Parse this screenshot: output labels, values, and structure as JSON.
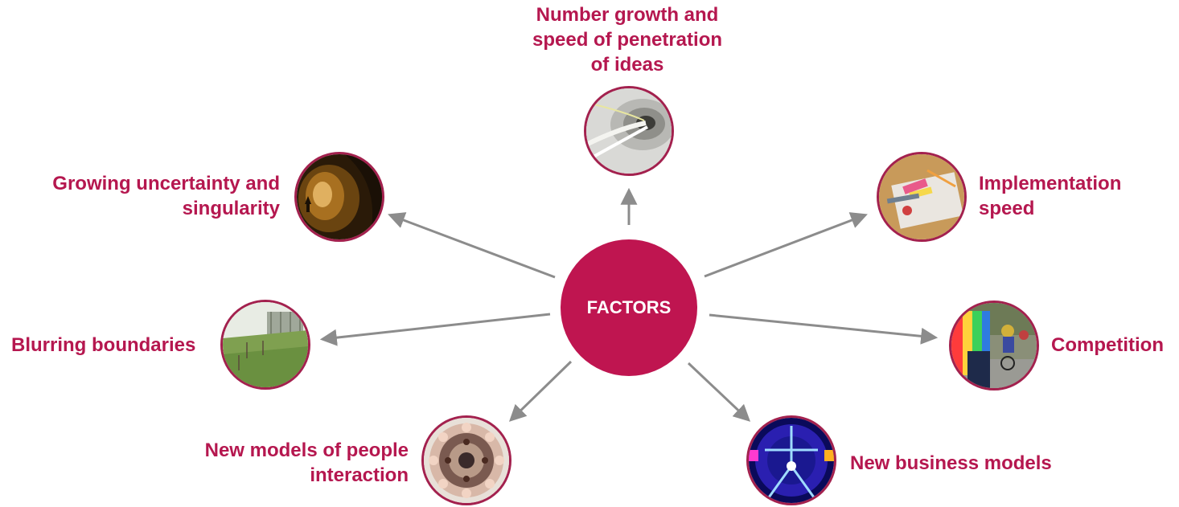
{
  "center": {
    "label": "FACTORS"
  },
  "factors": [
    {
      "id": "ideas",
      "label": "Number growth and\nspeed of penetration\nof ideas",
      "image": "tunnel-photo"
    },
    {
      "id": "implementation",
      "label": "Implementation\nspeed",
      "image": "office-desk-photo"
    },
    {
      "id": "competition",
      "label": "Competition",
      "image": "cyclists-photo"
    },
    {
      "id": "business",
      "label": "New business models",
      "image": "neon-lights-photo"
    },
    {
      "id": "people",
      "label": "New models of people\ninteraction",
      "image": "faces-mosaic-photo"
    },
    {
      "id": "boundaries",
      "label": "Blurring boundaries",
      "image": "misty-field-photo"
    },
    {
      "id": "uncertainty",
      "label": "Growing uncertainty and\nsingularity",
      "image": "cave-photo"
    }
  ],
  "colors": {
    "accent": "#bf1550",
    "label": "#b5174f",
    "arrow": "#8c8c8c",
    "ring": "#a3214e"
  }
}
